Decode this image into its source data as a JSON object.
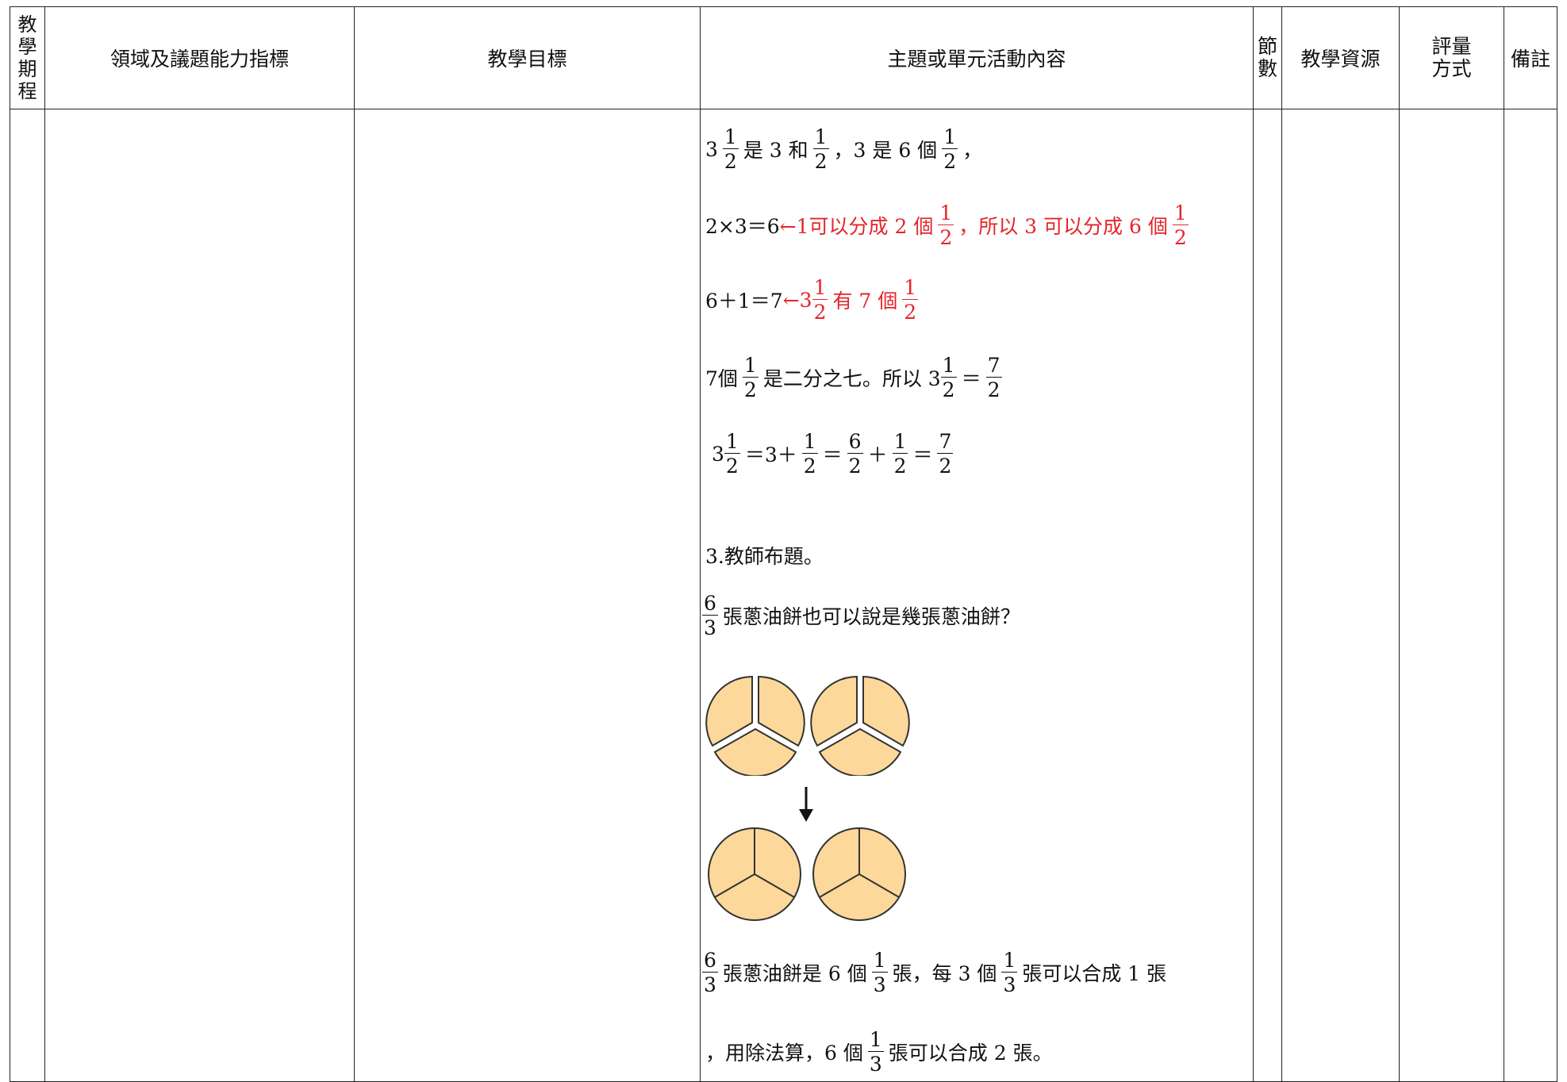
{
  "headers": {
    "period": [
      "教",
      "學",
      "期",
      "程"
    ],
    "indicators": "領域及議題能力指標",
    "objectives": "教學目標",
    "activities": "主題或單元活動內容",
    "sessions": [
      "節",
      "數"
    ],
    "resources": "教學資源",
    "assessment": [
      "評量",
      "方式"
    ],
    "remarks": "備註"
  },
  "content": {
    "l1": {
      "a": "3",
      "f1n": "1",
      "f1d": "2",
      "b": "是 3 和",
      "f2n": "1",
      "f2d": "2",
      "c": "，3 是 6 個",
      "f3n": "1",
      "f3d": "2",
      "e": "，"
    },
    "l2": {
      "a": "2×3＝6",
      "b": "←1可以分成 2 個",
      "f1n": "1",
      "f1d": "2",
      "c": "，所以 3 可以分成 6 個",
      "f2n": "1",
      "f2d": "2"
    },
    "l3": {
      "a": "6＋1＝7",
      "b": "←3",
      "f1n": "1",
      "f1d": "2",
      "c": "有 7 個",
      "f2n": "1",
      "f2d": "2"
    },
    "l4": {
      "a": "7個",
      "f1n": "1",
      "f1d": "2",
      "b": "是二分之七。所以 3",
      "f2n": "1",
      "f2d": "2",
      "c": "＝",
      "f3n": "7",
      "f3d": "2"
    },
    "l5": {
      "a": "3",
      "f1n": "1",
      "f1d": "2",
      "b": "＝3＋",
      "f2n": "1",
      "f2d": "2",
      "c": "＝",
      "f3n": "6",
      "f3d": "2",
      "d": "＋",
      "f4n": "1",
      "f4d": "2",
      "e": "＝",
      "f5n": "7",
      "f5d": "2"
    },
    "l6": "3.教師布題。",
    "l7": {
      "f1n": "6",
      "f1d": "3",
      "a": "張蔥油餅也可以說是幾張蔥油餅？"
    },
    "l8": {
      "f1n": "6",
      "f1d": "3",
      "a": "張蔥油餅是 6 個",
      "f2n": "1",
      "f2d": "3",
      "b": "張，每 3 個",
      "f3n": "1",
      "f3d": "3",
      "c": "張可以合成 1 張"
    },
    "l9": {
      "a": "，用除法算，6 個",
      "f1n": "1",
      "f1d": "3",
      "b": "張可以合成 2 張。"
    }
  },
  "colors": {
    "pie_fill": "#fdd89b",
    "pie_stroke": "#333333",
    "red": "#e4252a"
  }
}
